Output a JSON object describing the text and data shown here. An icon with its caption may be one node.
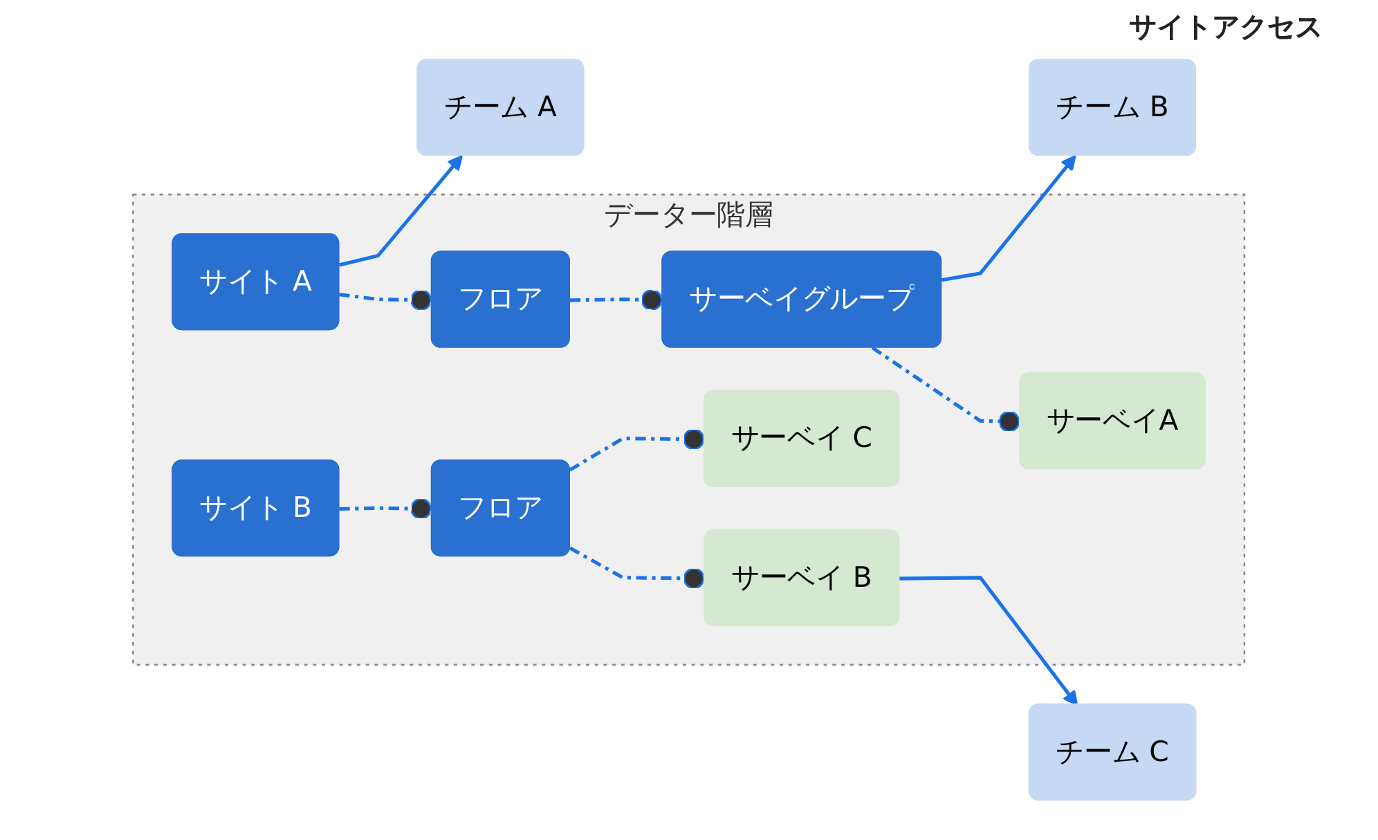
{
  "diagram": {
    "nodes": [
      {
        "text": [
          "データー階層"
        ]
      },
      {
        "text": [
          "サイト A"
        ],
        "in": 0
      },
      {
        "text": [
          "フロア"
        ],
        "in": 0
      },
      {
        "text": [
          "サーベイグループ"
        ],
        "in": 0
      },
      {
        "text": [
          "サーベイA"
        ],
        "in": 0
      },
      {
        "text": [
          "サイト B"
        ],
        "in": 0
      },
      {
        "text": [
          "フロア"
        ],
        "in": 0
      },
      {
        "text": [
          "サーベイ B"
        ],
        "in": 0
      },
      {
        "text": [
          "サーベイ C"
        ],
        "in": 0
      },
      {
        "text": [
          "チーム A"
        ]
      },
      {
        "text": [
          "チーム B"
        ]
      },
      {
        "text": [
          "チーム C"
        ]
      }
    ],
    "edges": [
      {
        "from": 1,
        "to": 2,
        "arrow": "other",
        "style": "dashed"
      },
      {
        "from": 2,
        "to": 3,
        "arrow": "other",
        "style": "dashed"
      },
      {
        "from": 3,
        "to": 4,
        "arrow": "other",
        "style": "dashed"
      },
      {
        "from": 5,
        "to": 6,
        "arrow": "other",
        "style": "dashed"
      },
      {
        "from": 6,
        "to": 7,
        "arrow": "other",
        "style": "dashed"
      },
      {
        "from": 6,
        "to": 8,
        "arrow": "other",
        "style": "dashed"
      },
      {
        "from": 1,
        "to": 9,
        "arrow": "to"
      },
      {
        "from": 3,
        "to": 10,
        "arrow": "to"
      },
      {
        "from": 7,
        "to": 11,
        "arrow": "to"
      }
    ],
    "labels": [
      "サイトアクセス"
    ]
  }
}
